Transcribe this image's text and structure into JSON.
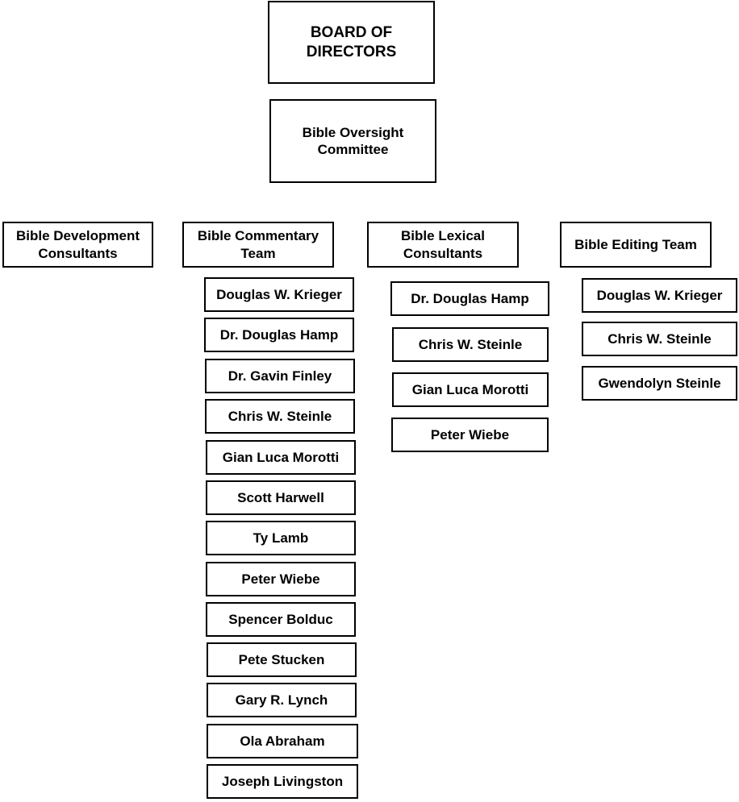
{
  "board": {
    "title": "BOARD OF\nDIRECTORS"
  },
  "oversight": {
    "title": "Bible Oversight\nCommittee"
  },
  "departments": [
    {
      "title": "Bible Development\nConsultants",
      "members": []
    },
    {
      "title": "Bible Commentary\nTeam",
      "members": [
        "Douglas W. Krieger",
        "Dr. Douglas Hamp",
        "Dr. Gavin Finley",
        "Chris W. Steinle",
        "Gian Luca Morotti",
        "Scott Harwell",
        "Ty Lamb",
        "Peter Wiebe",
        "Spencer Bolduc",
        "Pete Stucken",
        "Gary R. Lynch",
        "Ola Abraham",
        "Joseph Livingston"
      ]
    },
    {
      "title": "Bible Lexical\nConsultants",
      "members": [
        "Dr. Douglas Hamp",
        "Chris W. Steinle",
        "Gian Luca Morotti",
        "Peter Wiebe"
      ]
    },
    {
      "title": "Bible Editing Team",
      "members": [
        "Douglas W. Krieger",
        "Chris W. Steinle",
        "Gwendolyn Steinle"
      ]
    }
  ]
}
